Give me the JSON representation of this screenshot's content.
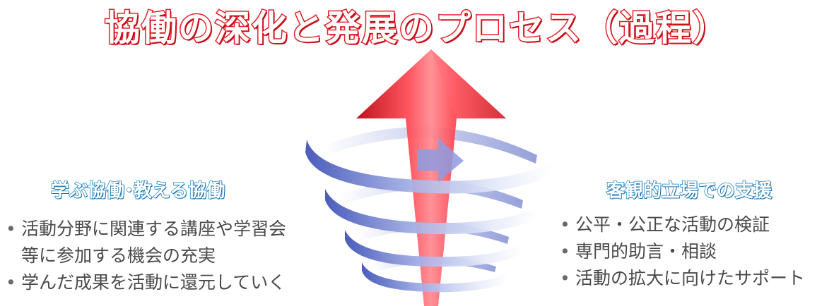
{
  "title": "協働の深化と発展のプロセス（過程）",
  "left": {
    "heading": "学ぶ協働･教える協働",
    "items": [
      {
        "line1": "活動分野に関連する講座や学習会",
        "line2": "等に参加する機会の充実"
      },
      {
        "line1": "学んだ成果を活動に還元していく",
        "line2": ""
      }
    ]
  },
  "right": {
    "heading": "客観的立場での支援",
    "items": [
      {
        "text": "公平・公正な活動の検証"
      },
      {
        "text": "専門的助言・相談"
      },
      {
        "text": "活動の拡大に向けたサポート"
      }
    ]
  },
  "bullet": "•",
  "colors": {
    "title_stroke": "#e8212c",
    "heading_stroke": "#1e86c8",
    "arrow": "#e60012",
    "spiral": "#4a5fc0",
    "body_text": "#4a4a4a"
  }
}
